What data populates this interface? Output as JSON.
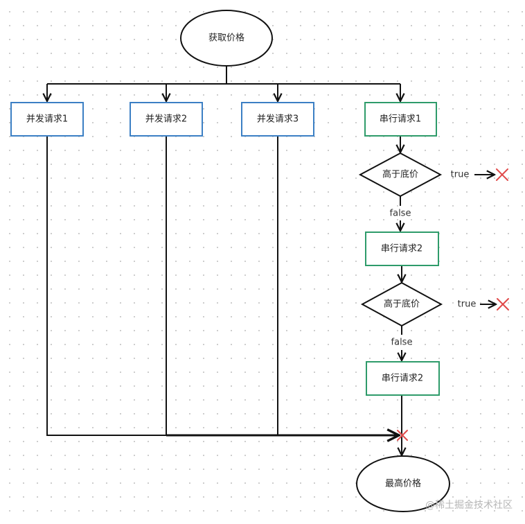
{
  "nodes": {
    "start": "获取价格",
    "parallel_1": "并发请求1",
    "parallel_2": "并发请求2",
    "parallel_3": "并发请求3",
    "serial_1": "串行请求1",
    "check_1": "高于底价",
    "serial_2": "串行请求2",
    "check_2": "高于底价",
    "serial_3": "串行请求2",
    "end": "最高价格"
  },
  "edge_labels": {
    "check_1_true": "true",
    "check_1_false": "false",
    "check_2_true": "true",
    "check_2_false": "false"
  },
  "colors": {
    "parallel_border": "#3b7fc4",
    "serial_border": "#2e9b6a",
    "reject_mark": "#e04a4a",
    "line": "#111111"
  },
  "watermark": "@稀土掘金技术社区"
}
